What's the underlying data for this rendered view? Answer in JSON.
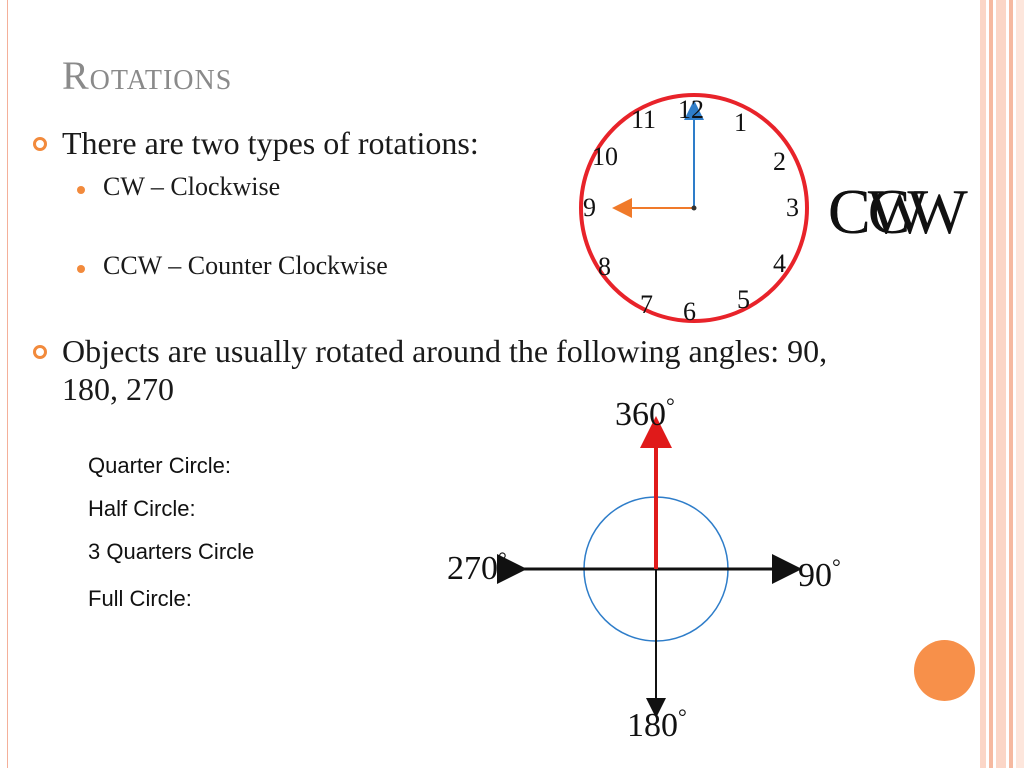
{
  "title": "Rotations",
  "bullets": [
    {
      "text": "There are two types of rotations:"
    },
    {
      "text": "Objects are usually rotated around the following angles:  90, 180, 270"
    }
  ],
  "sub_bullets": [
    {
      "text": "CW – Clockwise"
    },
    {
      "text": "CCW – Counter Clockwise"
    }
  ],
  "labels": [
    "Quarter Circle:",
    "Half Circle:",
    "3 Quarters Circle",
    "Full Circle:"
  ],
  "clock": {
    "numbers": [
      "12",
      "1",
      "2",
      "3",
      "4",
      "5",
      "6",
      "7",
      "8",
      "9",
      "10",
      "11"
    ],
    "big_label_a": "CW",
    "big_label_b": "CCW"
  },
  "axes": {
    "top": "360",
    "right": "90",
    "bottom": "180",
    "left": "270",
    "degree_symbol": "°"
  },
  "colors": {
    "accent": "#f28a3c",
    "clock_ring": "#e8232a",
    "minute_hand": "#2e7dc9",
    "hour_hand": "#f07a2a",
    "arrow_up": "#e01a1a",
    "circle": "#2e7dc9"
  }
}
